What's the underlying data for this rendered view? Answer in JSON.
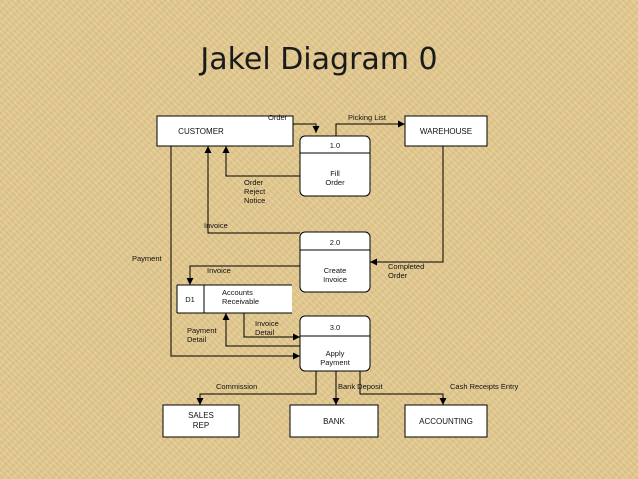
{
  "title": "Jakel Diagram 0",
  "entities": {
    "customer": "CUSTOMER",
    "warehouse": "WAREHOUSE",
    "sales_rep": [
      "SALES",
      "REP"
    ],
    "bank": "BANK",
    "accounting": "ACCOUNTING"
  },
  "processes": [
    {
      "id": "1.0",
      "name": [
        "Fill",
        "Order"
      ]
    },
    {
      "id": "2.0",
      "name": [
        "Create",
        "Invoice"
      ]
    },
    {
      "id": "3.0",
      "name": [
        "Apply",
        "Payment"
      ]
    }
  ],
  "data_store": {
    "id": "D1",
    "name": [
      "Accounts",
      "Receivable"
    ]
  },
  "flows": {
    "order": "Order",
    "picking_list": "Picking List",
    "order_reject_notice": [
      "Order",
      "Reject",
      "Notice"
    ],
    "invoice_top": "Invoice",
    "payment": "Payment",
    "invoice_mid": "Invoice",
    "completed_order": [
      "Completed",
      "Order"
    ],
    "payment_detail": [
      "Payment",
      "Detail"
    ],
    "invoice_detail": [
      "Invoice",
      "Detail"
    ],
    "commission": "Commission",
    "bank_deposit": "Bank Deposit",
    "cash_receipts_entry": "Cash Receipts Entry"
  }
}
